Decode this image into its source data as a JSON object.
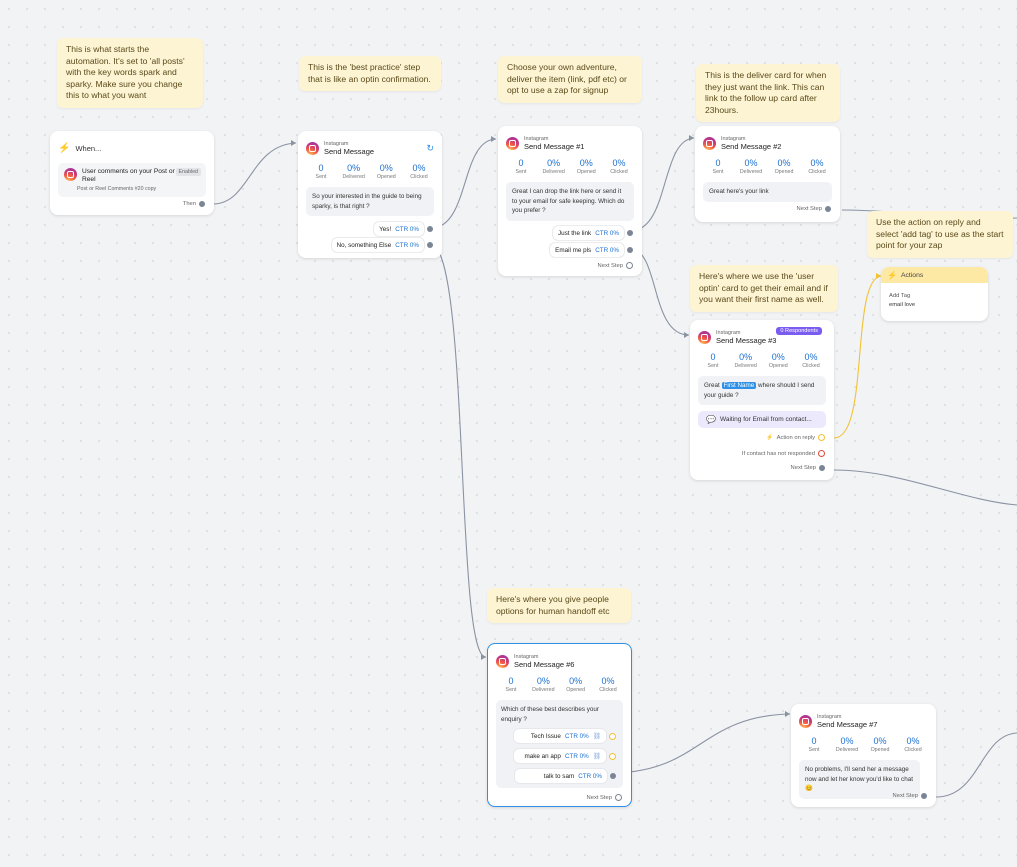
{
  "notes": {
    "start": "This is what starts the automation. It's set to 'all posts' with the key words spark and sparky. Make sure you change this to what you want",
    "best_practice": "This is the 'best practice' step that is like an optin confirmation.",
    "adventure": "Choose your own adventure, deliver the item (link, pdf etc) or opt to use a zap for signup",
    "deliver": "This is the deliver card for when they just want the link. This can link to the follow up card after 23hours.",
    "add_tag": "Use the action on reply and select 'add tag' to use as the start point for your zap",
    "optin": "Here's where we use the 'user optin' card to get their email and if you want their first name as well.",
    "handoff": "Here's where you give people options for human handoff etc"
  },
  "trigger": {
    "title": "When...",
    "item_label": "User comments on your Post or Reel",
    "status": "Enabled",
    "sub": "Post or Reel Comments #20 copy",
    "then": "Then"
  },
  "stat_labels": {
    "sent": "Sent",
    "delivered": "Delivered",
    "opened": "Opened",
    "clicked": "Clicked"
  },
  "platform": "Instagram",
  "ctr_label": "CTR 0%",
  "next_step": "Next Step",
  "msg0": {
    "title": "Send Message",
    "stats": [
      "0",
      "0%",
      "0%",
      "0%"
    ],
    "text": "So your interested in the guide to being sparky, is that right ?",
    "buttons": [
      "Yes!",
      "No, something Else"
    ]
  },
  "msg1": {
    "title": "Send Message #1",
    "stats": [
      "0",
      "0%",
      "0%",
      "0%"
    ],
    "text": "Great I can drop the link here or send it to your email for safe keeping. Which do you prefer ?",
    "buttons": [
      "Just the link",
      "Email me pls"
    ]
  },
  "msg2": {
    "title": "Send Message #2",
    "stats": [
      "0",
      "0%",
      "0%",
      "0%"
    ],
    "text": "Great here's your link"
  },
  "msg3": {
    "title": "Send Message #3",
    "badge": "0 Respondents",
    "stats": [
      "0",
      "0%",
      "0%",
      "0%"
    ],
    "text_pre": "Great ",
    "text_hl": "First Name",
    "text_post": " where should I send your guide ?",
    "waiting": "Waiting for Email from contact...",
    "action_on_reply": "Action on reply",
    "not_responded": "If contact has not responded"
  },
  "actions": {
    "title": "Actions",
    "item_label": "Add Tag",
    "item_value": "email love"
  },
  "msg6": {
    "title": "Send Message #6",
    "stats": [
      "0",
      "0%",
      "0%",
      "0%"
    ],
    "text": "Which of these best describes your enquiry ?",
    "buttons": [
      "Tech Issue",
      "make an app",
      "talk to sam"
    ]
  },
  "msg7": {
    "title": "Send Message #7",
    "stats": [
      "0",
      "0%",
      "0%",
      "0%"
    ],
    "text": "No problems, I'll send her a message now and let her know you'd like to chat 😊"
  }
}
